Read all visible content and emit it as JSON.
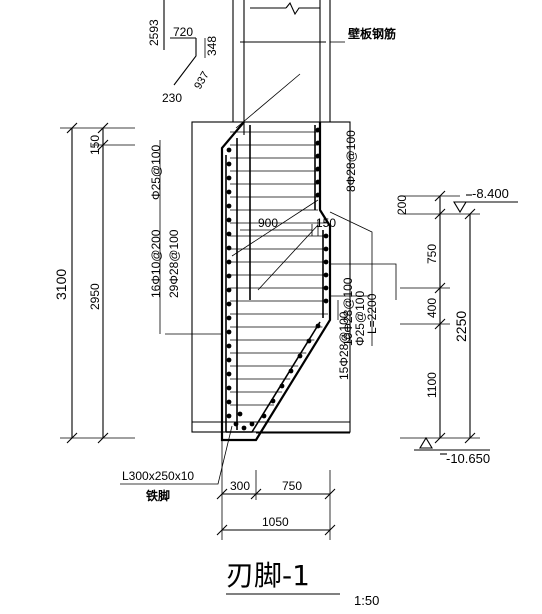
{
  "drawing": {
    "title": "刃脚-1",
    "scale": "1:50",
    "wall_rebar_label": "壁板钢筋",
    "angle_steel_label": "L300x250x10",
    "angle_steel_sublabel": "铁脚"
  },
  "dimensions": {
    "top_detail": {
      "d2593": "2593",
      "d720": "720",
      "d348": "348",
      "d937": "937",
      "d230": "230"
    },
    "left": {
      "d150": "150",
      "d3100": "3100",
      "d2950": "2950"
    },
    "right": {
      "d200": "200",
      "d750": "750",
      "d400": "400",
      "d2250": "2250",
      "d1100": "1100"
    },
    "bottom": {
      "d300": "300",
      "d750": "750",
      "d1050": "1050"
    },
    "interior": {
      "d900": "900",
      "d150": "150"
    }
  },
  "elevations": {
    "top": "-8.400",
    "bottom": "-10.650"
  },
  "rebar_labels": {
    "outer_vertical": "Φ25@100",
    "outer_mid": "16Φ10@200",
    "outer_inner": "29Φ28@100",
    "right_top": "8Φ28@100",
    "right_mid1": "10Φ28@100",
    "right_mid2": "Φ25@100",
    "right_len": "L=2200",
    "right_bottom": "15Φ28@100"
  }
}
